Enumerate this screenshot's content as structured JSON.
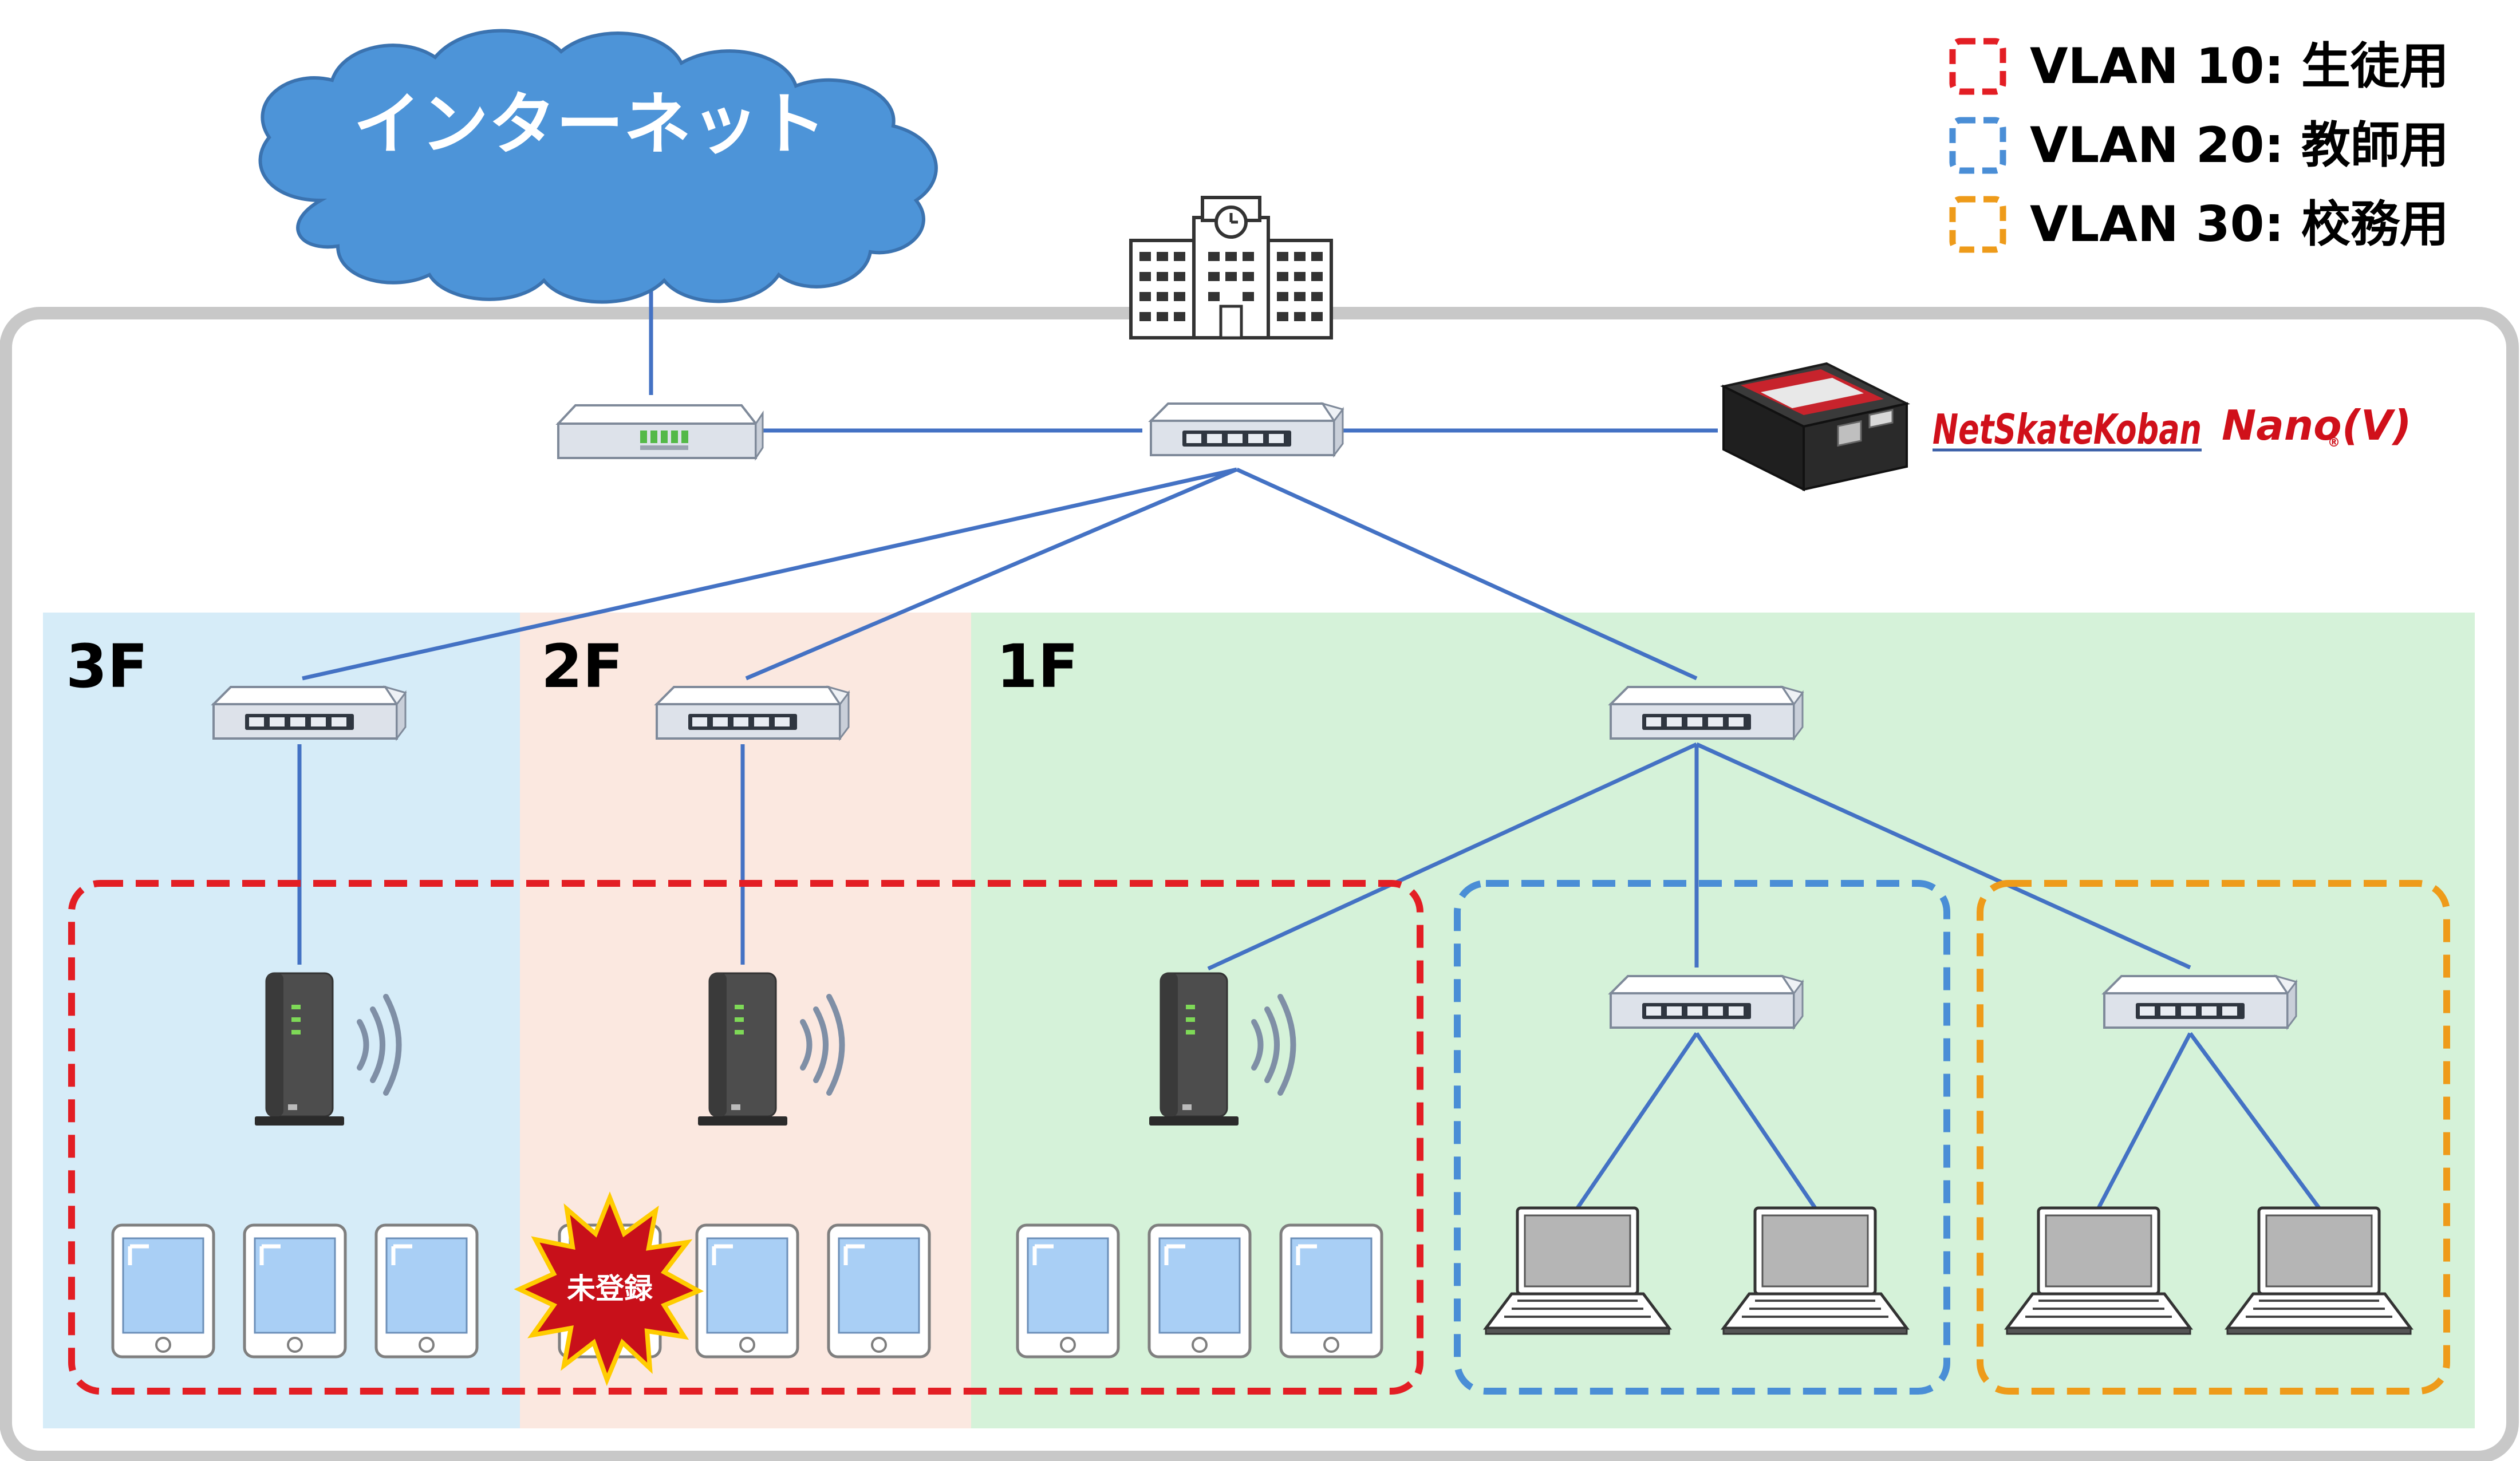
{
  "cloud": {
    "label": "インターネット",
    "color": "#4d94d8"
  },
  "floors": [
    {
      "label": "3F",
      "color": "#d6ecf8"
    },
    {
      "label": "2F",
      "color": "#fbe8e0"
    },
    {
      "label": "1F",
      "color": "#d5f2d9"
    }
  ],
  "legend": [
    {
      "label": "VLAN 10: 生徒用",
      "color": "#e31e24"
    },
    {
      "label": "VLAN 20: 教師用",
      "color": "#4a8ed6"
    },
    {
      "label": "VLAN 30: 校務用",
      "color": "#ee9b1a"
    }
  ],
  "product": {
    "brand_name": "NetSkateKoban",
    "model_name": "Nano",
    "model_suffix": "(V)",
    "reg_mark": "®"
  },
  "alert_badge": {
    "label": "未登録",
    "color": "#c8101a"
  },
  "icons": {
    "building": "school-building-icon",
    "router": "router-icon",
    "switch": "network-switch-icon",
    "access_point": "wifi-access-point-icon",
    "tablet": "tablet-icon",
    "laptop": "laptop-icon",
    "sensor": "netskatekoban-device-icon"
  },
  "line_color": "#4472c4"
}
